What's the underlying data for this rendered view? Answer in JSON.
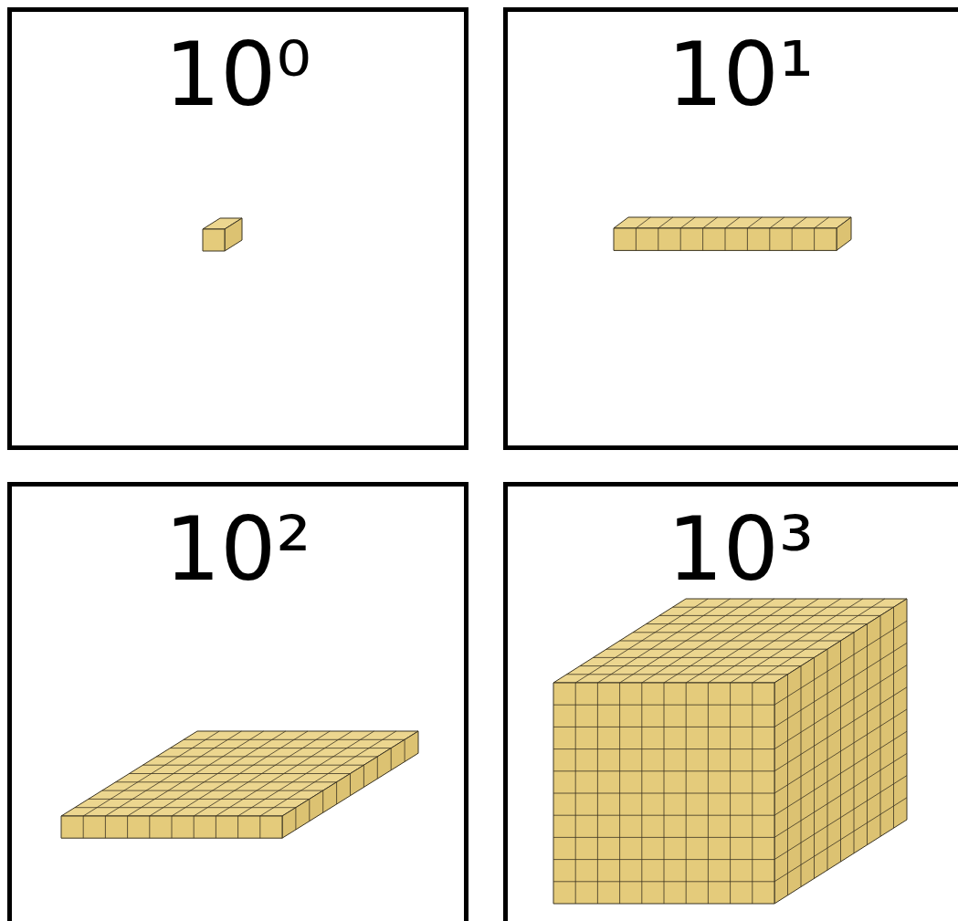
{
  "diagram": {
    "nodes": [
      {
        "text": [
          "10⁰"
        ]
      },
      {
        "text": [
          "10¹"
        ]
      },
      {
        "text": [
          "10²"
        ]
      },
      {
        "text": [
          "10³"
        ]
      }
    ]
  }
}
